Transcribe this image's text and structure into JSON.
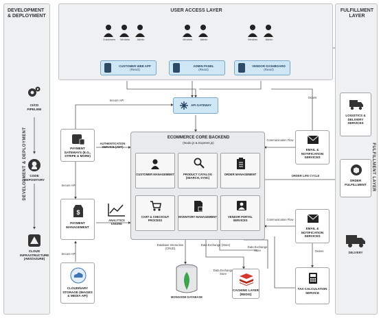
{
  "panels": {
    "devops_title": "DEVELOPMENT & DEPLOYMENT",
    "devops_side": "DEVELOPMENT & DEPLOYMENT",
    "ual_title": "USER ACCESS LAYER",
    "fl_title": "FULFILLMENT LAYER",
    "fl_side": "FULFILLMENT LAYER"
  },
  "devops": {
    "cicd": "CI/CD PIPELINE",
    "repo": "CODE REPOSITORY",
    "cloud": "CLOUD INFRASTRUCTURE (AWS/AZURE)"
  },
  "users": {
    "customers": "Customers",
    "vendors1": "Vendors",
    "admin1": "Admin",
    "vendors2": "Vendors",
    "admin2": "Admin",
    "vendors3": "Vendors",
    "admin3": "Admin"
  },
  "apps": {
    "customer_web": "CUSTOMER WEB APP",
    "customer_web_sub": "(React)",
    "admin_panel": "ADMIN PANEL",
    "admin_panel_sub": "(React)",
    "vendor_dash": "VENDOR DASHBOARD",
    "vendor_dash_sub": "(React)"
  },
  "gateway": "API GATEWAY",
  "core": {
    "title": "ECOMMERCE CORE BACKEND",
    "subtitle": "(Node.js & Express.js)",
    "modules": [
      "CUSTOMER MANAGEMENT",
      "PRODUCT CATALOG (SEARCH, SYNC)",
      "ORDER MANAGEMENT",
      "CART & CHECKOUT PROCESS",
      "INVENTORY MANAGEMENT",
      "VENDOR PORTAL SERVICES"
    ]
  },
  "left_nodes": {
    "payment_gateways": "PAYMENT GATEWAYS (e.g., Stripe & more)",
    "payment_mgmt": "PAYMENT MANAGEMENT",
    "analytics": "ANALYTICS ENGINE",
    "cloud_storage": "CLOUDINARY STORAGE (IMAGES & MEDIA API)"
  },
  "right_nodes": {
    "email1": "EMAIL & NOTIFICATION SERVICES",
    "email2": "EMAIL & NOTIFICATION SERVICES",
    "tax": "TAX CALCULATION SERVICE"
  },
  "bottom_nodes": {
    "mongodb": "MONGODB DATABASE",
    "redis": "CACHING LAYER (REDIS)"
  },
  "fulfillment": {
    "logistics": "LOGISTICS & DELIVERY SERVICES",
    "order_fulfillment": "ORDER FULFILLMENT",
    "delivery": "DELIVERY"
  },
  "edges": {
    "secure_api_1": "Secure API",
    "orders": "Orders",
    "auth": "AUTHENTICATION SERVICE (JWT)",
    "secure_api_2": "Secure API",
    "comm_flow_1": "Communication Flow",
    "order_lifecycle": "ORDER LIFE CYCLE",
    "comm_flow_2": "Communication Flow",
    "secure_api_3": "Secure API",
    "db_interaction": "Database Interaction (CRUD)",
    "data_exchange_1": "Data Exchange (Store)",
    "data_exchange_2": "Data Exchange Store",
    "data_exchange_3": "Data Exchange Store",
    "orders_2": "Orders"
  },
  "icons": {
    "users": "user-icon",
    "apps": "app-icon",
    "gateway": "gateway-icon",
    "db": "mongodb-icon",
    "cache": "redis-icon",
    "truck": "truck-icon",
    "box": "box-icon",
    "mail": "mail-icon",
    "calc": "calculator-icon",
    "cloud": "cloud-icon",
    "github": "github-icon",
    "gear": "gear-icon",
    "chart": "chart-icon"
  },
  "colors": {
    "accent": "#cfe6f5",
    "mongo": "#3fa34d",
    "redis": "#d63a2f",
    "gateway": "#cfe6f5"
  }
}
